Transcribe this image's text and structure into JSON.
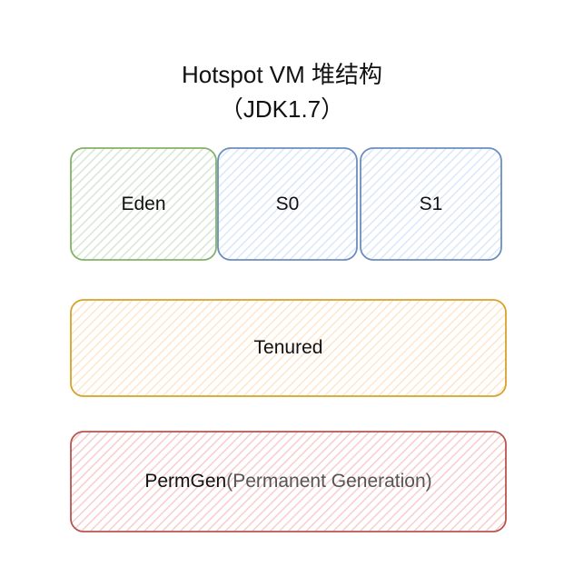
{
  "title": {
    "line1": "Hotspot VM  堆结构",
    "line2": "（JDK1.7）"
  },
  "blocks": {
    "eden": {
      "label": "Eden",
      "stroke": "#82b366",
      "fill": "#d5e8d4"
    },
    "s0": {
      "label": "S0",
      "stroke": "#6c8ebf",
      "fill": "#dae8fc"
    },
    "s1": {
      "label": "S1",
      "stroke": "#6c8ebf",
      "fill": "#dae8fc"
    },
    "tenured": {
      "label": "Tenured",
      "stroke": "#d6a32a",
      "fill": "#ffe6cc"
    },
    "permgen": {
      "label": "PermGen",
      "label_suffix": "(Permanent Generation)",
      "stroke": "#b85450",
      "fill": "#f8cecc"
    }
  }
}
